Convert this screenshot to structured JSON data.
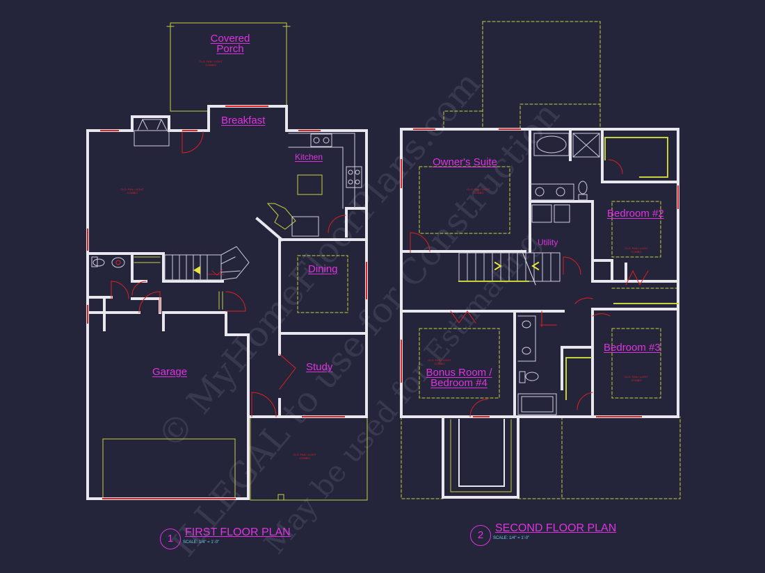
{
  "watermark": {
    "line1": "© MyHomeFloorPlans.com",
    "line2": "ILLEGAL to use for Construction",
    "line3": "May be used for Estimating"
  },
  "first_floor": {
    "title": "FIRST FLOOR PLAN",
    "number": "1",
    "scale": "SCALE: 1/4\" = 1'-0\"",
    "rooms": {
      "covered_porch": "Covered Porch",
      "breakfast": "Breakfast",
      "kitchen": "Kitchen",
      "dining": "Dining",
      "study": "Study",
      "garage": "Garage"
    },
    "ceiling_note": "CLG. FAN / LIGHT COMBO"
  },
  "second_floor": {
    "title": "SECOND FLOOR PLAN",
    "number": "2",
    "scale": "SCALE: 1/4\" = 1'-0\"",
    "rooms": {
      "owners_suite": "Owner's Suite",
      "bedroom2": "Bedroom #2",
      "utility": "Utility",
      "bonus_room": "Bonus Room / Bedroom #4",
      "bedroom3": "Bedroom #3"
    },
    "ceiling_note": "CLG. FAN / LIGHT COMBO"
  },
  "colors": {
    "background": "#24253b",
    "walls": "#e8e8ee",
    "labels": "#e033e0",
    "accent_lines": "#c8d23c",
    "windows": "#e02020",
    "fixtures": "#d0d0dc",
    "scale_text": "#6fd0f0"
  }
}
